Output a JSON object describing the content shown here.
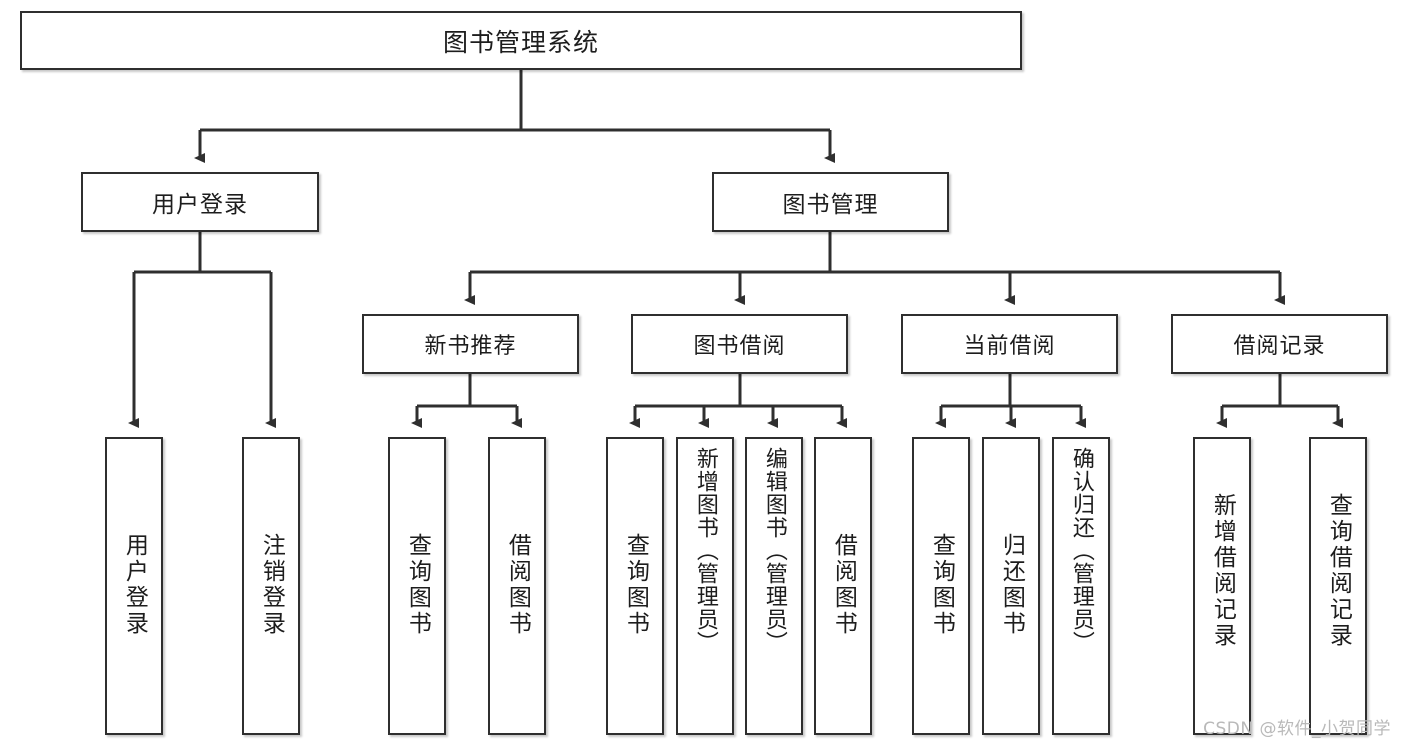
{
  "diagram": {
    "type": "tree-hierarchy",
    "title": "图书管理系统",
    "watermark": "CSDN @软件_小贺同学",
    "colors": {
      "stroke": "#2f2f2f",
      "fill": "#ffffff",
      "text": "#1d1d1d",
      "watermark": "#b9b9b9"
    },
    "nodes": {
      "root": {
        "label": "图书管理系统"
      },
      "level1": [
        {
          "id": "user-login",
          "label": "用户登录"
        },
        {
          "id": "book-manage",
          "label": "图书管理"
        }
      ],
      "level2": [
        {
          "id": "new-book-recommend",
          "label": "新书推荐"
        },
        {
          "id": "book-borrow",
          "label": "图书借阅"
        },
        {
          "id": "current-borrow",
          "label": "当前借阅"
        },
        {
          "id": "borrow-record",
          "label": "借阅记录"
        }
      ],
      "leaves": {
        "user-login": [
          {
            "id": "leaf-user-login",
            "label": "用户登录"
          },
          {
            "id": "leaf-logout",
            "label": "注销登录"
          }
        ],
        "new-book-recommend": [
          {
            "id": "leaf-query-book-1",
            "label": "查询图书"
          },
          {
            "id": "leaf-borrow-book-1",
            "label": "借阅图书"
          }
        ],
        "book-borrow": [
          {
            "id": "leaf-query-book-2",
            "label": "查询图书"
          },
          {
            "id": "leaf-add-book",
            "label": "新增图书（管理员）"
          },
          {
            "id": "leaf-edit-book",
            "label": "编辑图书（管理员）"
          },
          {
            "id": "leaf-borrow-book-2",
            "label": "借阅图书"
          }
        ],
        "current-borrow": [
          {
            "id": "leaf-query-book-3",
            "label": "查询图书"
          },
          {
            "id": "leaf-return-book",
            "label": "归还图书"
          },
          {
            "id": "leaf-confirm-return",
            "label": "确认归还（管理员）"
          }
        ],
        "borrow-record": [
          {
            "id": "leaf-add-record",
            "label": "新增借阅记录"
          },
          {
            "id": "leaf-query-record",
            "label": "查询借阅记录"
          }
        ]
      }
    }
  }
}
